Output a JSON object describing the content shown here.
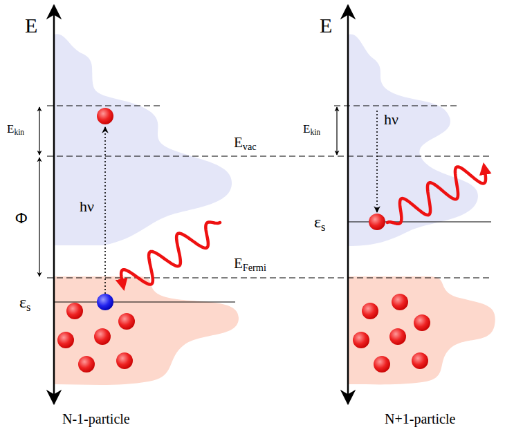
{
  "diagram": {
    "labels": [
      "E",
      "Ekin",
      "Φ",
      "hν",
      "εs",
      "N-1-particle",
      "E",
      "Ekin",
      "hν",
      "εs",
      "N+1-particle",
      "Evac",
      "EFermi"
    ]
  }
}
